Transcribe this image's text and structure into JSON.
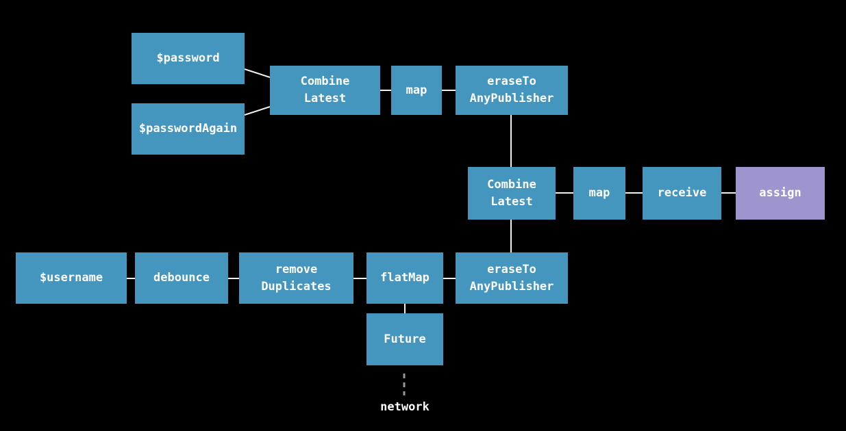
{
  "diagram": {
    "colors": {
      "background": "#000000",
      "publisher_blue": "#4496BF",
      "assign_purple": "#9E95CE",
      "connector_white": "#F2F2F2",
      "dashed_gray": "#999999",
      "label_text": "#FFFFFF"
    },
    "nodes": {
      "password": {
        "label": "$password"
      },
      "password_again": {
        "label": "$passwordAgain"
      },
      "combine_latest_1": {
        "label": "Combine\nLatest"
      },
      "map_1": {
        "label": "map"
      },
      "erase_to_any_publisher_1": {
        "label": "eraseTo\nAnyPublisher"
      },
      "combine_latest_2": {
        "label": "Combine\nLatest"
      },
      "map_2": {
        "label": "map"
      },
      "receive": {
        "label": "receive"
      },
      "assign": {
        "label": "assign"
      },
      "username": {
        "label": "$username"
      },
      "debounce": {
        "label": "debounce"
      },
      "remove_duplicates": {
        "label": "remove\nDuplicates"
      },
      "flat_map": {
        "label": "flatMap"
      },
      "erase_to_any_publisher_2": {
        "label": "eraseTo\nAnyPublisher"
      },
      "future": {
        "label": "Future"
      }
    },
    "network_label": "network"
  }
}
